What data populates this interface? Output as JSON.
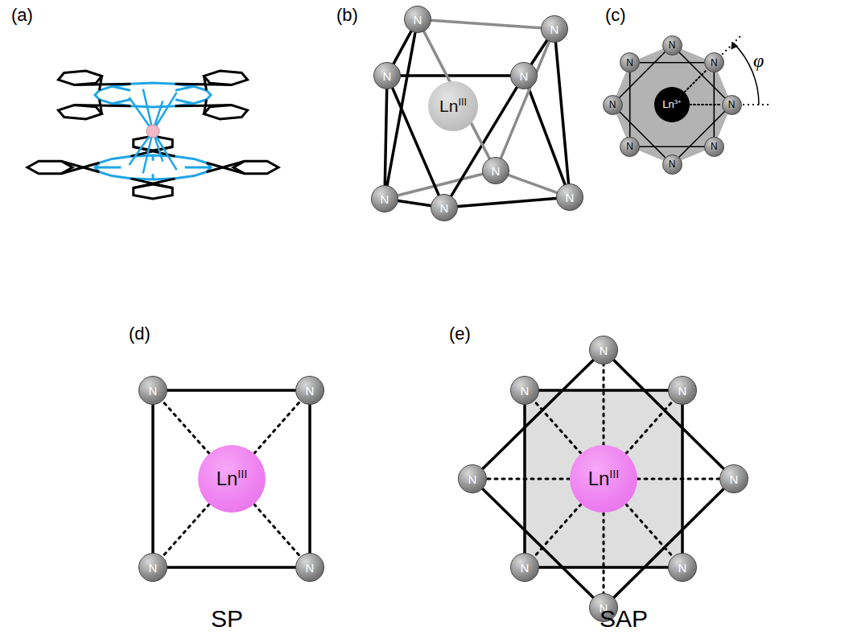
{
  "diagram": {
    "nodes": [
      {
        "text": [
          "Ln",
          "III"
        ]
      },
      {
        "text": [
          "N"
        ]
      },
      {
        "text": [
          "N"
        ]
      },
      {
        "text": [
          "N"
        ]
      },
      {
        "text": [
          "N"
        ]
      },
      {
        "text": [
          "N"
        ]
      },
      {
        "text": [
          "N"
        ]
      },
      {
        "text": [
          "N"
        ]
      },
      {
        "text": [
          "N"
        ]
      },
      {
        "text": [
          "Ln",
          "3+"
        ]
      },
      {
        "text": [
          "N"
        ]
      },
      {
        "text": [
          "N"
        ]
      },
      {
        "text": [
          "N"
        ]
      },
      {
        "text": [
          "N"
        ]
      },
      {
        "text": [
          "N"
        ]
      },
      {
        "text": [
          "N"
        ]
      },
      {
        "text": [
          "N"
        ]
      },
      {
        "text": [
          "N"
        ]
      },
      {
        "text": [
          "Ln",
          "III"
        ]
      },
      {
        "text": [
          "N"
        ]
      },
      {
        "text": [
          "N"
        ]
      },
      {
        "text": [
          "N"
        ]
      },
      {
        "text": [
          "N"
        ]
      },
      {
        "text": [
          "Ln",
          "III"
        ]
      },
      {
        "text": [
          "N"
        ]
      },
      {
        "text": [
          "N"
        ]
      },
      {
        "text": [
          "N"
        ]
      },
      {
        "text": [
          "N"
        ]
      },
      {
        "text": [
          "N"
        ]
      },
      {
        "text": [
          "N"
        ]
      },
      {
        "text": [
          "N"
        ]
      },
      {
        "text": [
          "N"
        ]
      }
    ],
    "edges": [
      {
        "from": 3,
        "to": 1,
        "arrow": "none"
      },
      {
        "from": 1,
        "to": 2,
        "arrow": "none"
      },
      {
        "from": 2,
        "to": 4,
        "arrow": "none"
      },
      {
        "from": 4,
        "to": 3,
        "arrow": "none"
      },
      {
        "from": 5,
        "to": 6,
        "arrow": "none"
      },
      {
        "from": 6,
        "to": 7,
        "arrow": "none"
      },
      {
        "from": 7,
        "to": 8,
        "arrow": "none"
      },
      {
        "from": 8,
        "to": 5,
        "arrow": "none"
      },
      {
        "from": 3,
        "to": 5,
        "arrow": "none"
      },
      {
        "from": 3,
        "to": 6,
        "arrow": "none"
      },
      {
        "from": 4,
        "to": 6,
        "arrow": "none"
      },
      {
        "from": 4,
        "to": 7,
        "arrow": "none"
      },
      {
        "from": 2,
        "to": 7,
        "arrow": "none"
      },
      {
        "from": 2,
        "to": 8,
        "arrow": "none"
      },
      {
        "from": 1,
        "to": 8,
        "arrow": "none"
      },
      {
        "from": 1,
        "to": 5,
        "arrow": "none"
      },
      {
        "from": 11,
        "to": 13,
        "arrow": "none"
      },
      {
        "from": 13,
        "to": 15,
        "arrow": "none"
      },
      {
        "from": 15,
        "to": 17,
        "arrow": "none"
      },
      {
        "from": 17,
        "to": 11,
        "arrow": "none"
      },
      {
        "from": 10,
        "to": 12,
        "arrow": "none"
      },
      {
        "from": 12,
        "to": 14,
        "arrow": "none"
      },
      {
        "from": 14,
        "to": 16,
        "arrow": "none"
      },
      {
        "from": 16,
        "to": 10,
        "arrow": "none"
      },
      {
        "from": 9,
        "to": 11,
        "arrow": "none"
      },
      {
        "from": 9,
        "to": 12,
        "arrow": "none"
      },
      {
        "from": 19,
        "to": 20,
        "arrow": "none"
      },
      {
        "from": 20,
        "to": 22,
        "arrow": "none"
      },
      {
        "from": 22,
        "to": 21,
        "arrow": "none"
      },
      {
        "from": 21,
        "to": 19,
        "arrow": "none"
      },
      {
        "from": 18,
        "to": 19,
        "arrow": "none"
      },
      {
        "from": 18,
        "to": 20,
        "arrow": "none"
      },
      {
        "from": 18,
        "to": 21,
        "arrow": "none"
      },
      {
        "from": 18,
        "to": 22,
        "arrow": "none"
      },
      {
        "from": 25,
        "to": 26,
        "arrow": "none"
      },
      {
        "from": 26,
        "to": 30,
        "arrow": "none"
      },
      {
        "from": 30,
        "to": 29,
        "arrow": "none"
      },
      {
        "from": 29,
        "to": 25,
        "arrow": "none"
      },
      {
        "from": 24,
        "to": 28,
        "arrow": "none"
      },
      {
        "from": 28,
        "to": 31,
        "arrow": "none"
      },
      {
        "from": 31,
        "to": 27,
        "arrow": "none"
      },
      {
        "from": 27,
        "to": 24,
        "arrow": "none"
      },
      {
        "from": 23,
        "to": 24,
        "arrow": "none"
      },
      {
        "from": 23,
        "to": 25,
        "arrow": "none"
      },
      {
        "from": 23,
        "to": 26,
        "arrow": "none"
      },
      {
        "from": 23,
        "to": 27,
        "arrow": "none"
      },
      {
        "from": 23,
        "to": 28,
        "arrow": "none"
      },
      {
        "from": 23,
        "to": 29,
        "arrow": "none"
      },
      {
        "from": 23,
        "to": 30,
        "arrow": "none"
      },
      {
        "from": 23,
        "to": 31,
        "arrow": "none"
      }
    ],
    "labels": [
      "(a)",
      "(b)",
      "(c)",
      "(d)",
      "(e)",
      "φ",
      "SP",
      "SAP"
    ]
  }
}
